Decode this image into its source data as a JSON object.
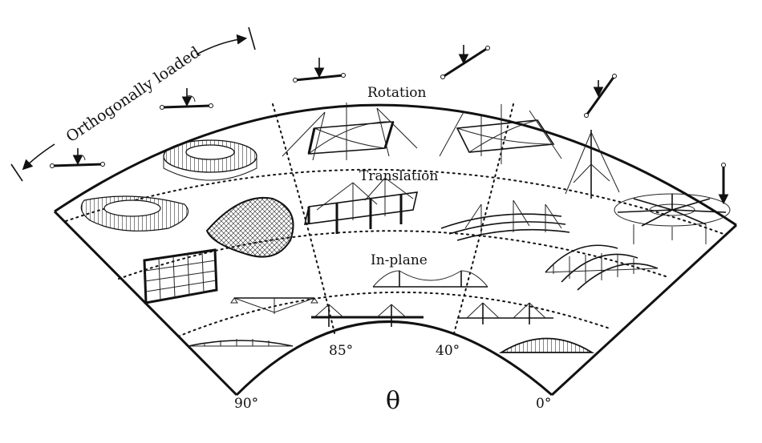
{
  "labels": {
    "rotation": "Rotation",
    "translation": "Translation",
    "in_plane": "In-plane",
    "orthogonally_loaded": "Orthogonally loaded",
    "theta": "θ"
  },
  "angles": {
    "a90": "90°",
    "a85": "85°",
    "a40": "40°",
    "a0": "0°"
  },
  "colors": {
    "ink": "#111111",
    "background": "#ffffff",
    "shade": "#d8d8d8"
  }
}
